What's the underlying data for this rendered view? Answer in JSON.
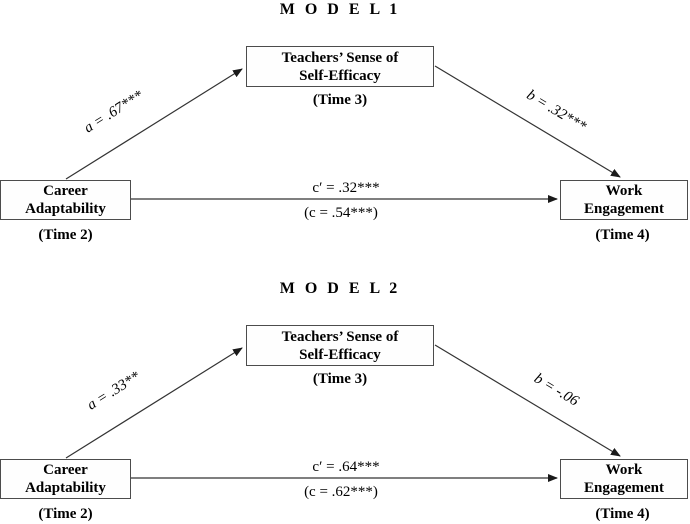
{
  "figure": {
    "colors": {
      "background": "#ffffff",
      "box_border": "#4c4c4c",
      "box_fill": "#fefefe",
      "arrow": "#333333",
      "text": "#000000"
    },
    "models": [
      {
        "title": "M O D E L 1",
        "mediator": {
          "name_line1": "Teachers’ Sense of",
          "name_line2": "Self-Efficacy",
          "time": "(Time 3)"
        },
        "predictor": {
          "name_line1": "Career",
          "name_line2": "Adaptability",
          "time": "(Time 2)"
        },
        "outcome": {
          "name_line1": "Work",
          "name_line2": "Engagement",
          "time": "(Time 4)"
        },
        "paths": {
          "a": "a = .67***",
          "b": "b = .32***",
          "c_prime": "c′ = .32***",
          "c_total": "(c = .54***)"
        }
      },
      {
        "title": "M O D E L 2",
        "mediator": {
          "name_line1": "Teachers’ Sense of",
          "name_line2": "Self-Efficacy",
          "time": "(Time 3)"
        },
        "predictor": {
          "name_line1": "Career",
          "name_line2": "Adaptability",
          "time": "(Time 2)"
        },
        "outcome": {
          "name_line1": "Work",
          "name_line2": "Engagement",
          "time": "(Time 4)"
        },
        "paths": {
          "a": "a = .33**",
          "b": "b = -.06",
          "c_prime": "c′ = .64***",
          "c_total": "(c = .62***)"
        }
      }
    ]
  }
}
